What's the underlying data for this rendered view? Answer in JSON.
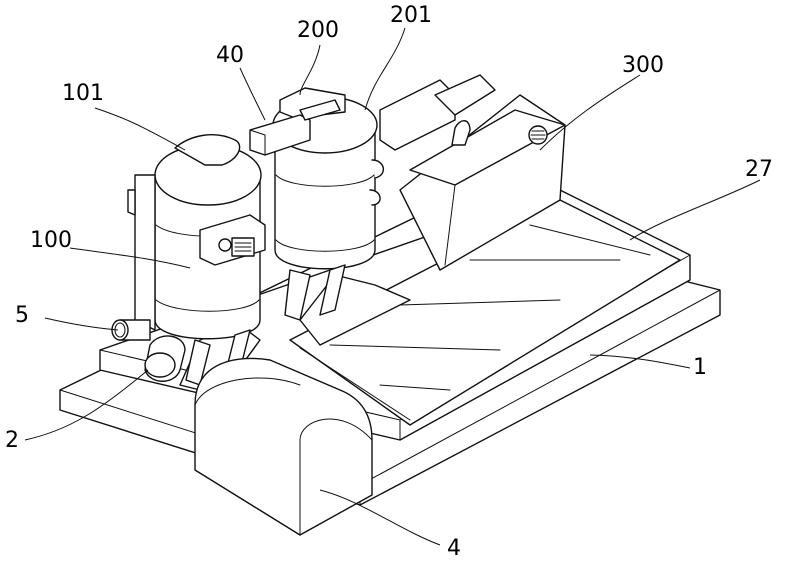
{
  "labels": {
    "base": "1",
    "inlet": "2",
    "hood": "4",
    "pipe": "5",
    "duct": "27",
    "bracket": "40",
    "tank_left": "100",
    "tank_left_lid": "101",
    "tank_mid": "200",
    "tank_mid_lid": "201",
    "cabinet": "300"
  }
}
